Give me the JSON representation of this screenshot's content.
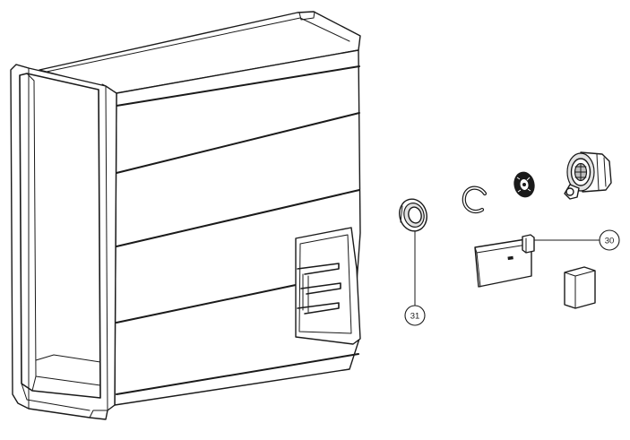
{
  "callouts": [
    {
      "id": "callout-30",
      "label": "30"
    },
    {
      "id": "callout-31",
      "label": "31"
    }
  ],
  "colors": {
    "line": "#1a1a1a",
    "background": "#ffffff",
    "shade": "#bdbdbd"
  }
}
